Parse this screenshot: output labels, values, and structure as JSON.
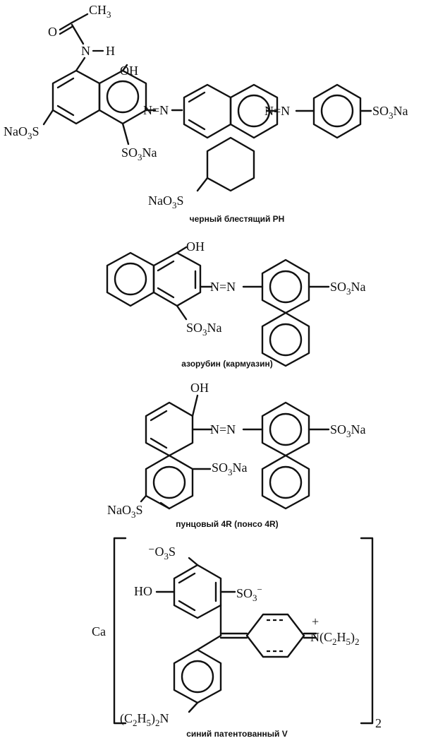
{
  "compounds": [
    {
      "caption": "черный блестящий PH",
      "labels": {
        "ch3": "CH3",
        "o": "O",
        "nh_n": "N",
        "nh_h": "H",
        "oh": "OH",
        "azo1": "N=N",
        "azo2": "N=N",
        "naso3s_left": "NaO3S",
        "so3na_mid": "SO3Na",
        "naso3s_bottom": "NaO3S",
        "so3na_right": "SO3Na"
      }
    },
    {
      "caption": "азорубин (кармуазин)",
      "labels": {
        "oh": "OH",
        "azo": "N=N",
        "so3na_right": "SO3Na",
        "so3na_bottom": "SO3Na"
      }
    },
    {
      "caption": "пунцовый 4R (понсо 4R)",
      "labels": {
        "oh": "OH",
        "azo": "N=N",
        "so3na_right": "SO3Na",
        "so3na_mid": "SO3Na",
        "naso3s_bottom": "NaO3S"
      }
    },
    {
      "caption": "синий патентованный V",
      "labels": {
        "ca": "Ca",
        "o3s_top": "-O3S",
        "ho": "HO",
        "so3_minus": "SO3-",
        "n_plus": "+N(C2H5)2",
        "n_bottom": "(C2H5)2N",
        "subscript2": "2"
      }
    }
  ]
}
